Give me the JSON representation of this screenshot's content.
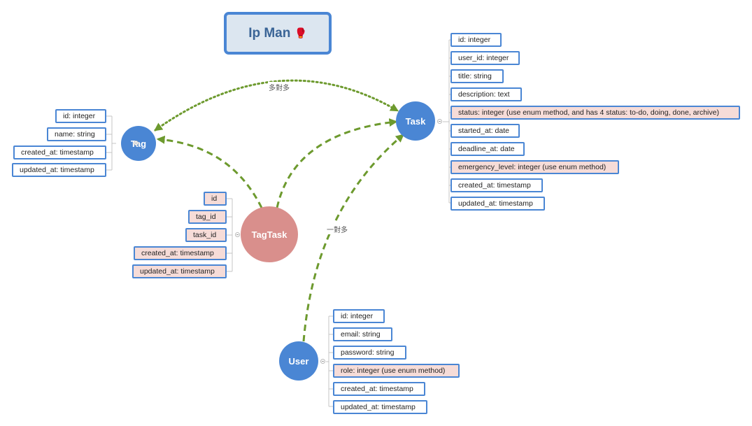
{
  "title": {
    "text": "Ip Man",
    "icon": "boxing-glove-icon",
    "icon_glyph": "🥊"
  },
  "colors": {
    "entity_blue": "#4a86d4",
    "entity_pink": "#d98f8c",
    "field_border": "#4a86d4",
    "field_highlight": "#f6dcd8",
    "arrow_green": "#6d9a2e",
    "title_bg": "#dce6f0",
    "title_text": "#3a6496"
  },
  "entities": {
    "tag": "Tag",
    "task": "Task",
    "tagtask": "TagTask",
    "user": "User"
  },
  "relations": {
    "many_to_many": "多對多",
    "one_to_many": "一對多"
  },
  "fields": {
    "tag": [
      "id: integer",
      "name: string",
      "created_at: timestamp",
      "updated_at: timestamp"
    ],
    "task": [
      "id: integer",
      "user_id: integer",
      "title: string",
      "description: text",
      "status: integer (use enum method, and has 4 status: to-do, doing, done, archive)",
      "started_at: date",
      "deadline_at: date",
      "emergency_level: integer (use enum method)",
      "created_at: timestamp",
      "updated_at: timestamp"
    ],
    "tagtask": [
      "id",
      "tag_id",
      "task_id",
      "created_at: timestamp",
      "updated_at: timestamp"
    ],
    "user": [
      "id: integer",
      "email: string",
      "password: string",
      "role: integer (use enum method)",
      "created_at: timestamp",
      "updated_at: timestamp"
    ]
  }
}
